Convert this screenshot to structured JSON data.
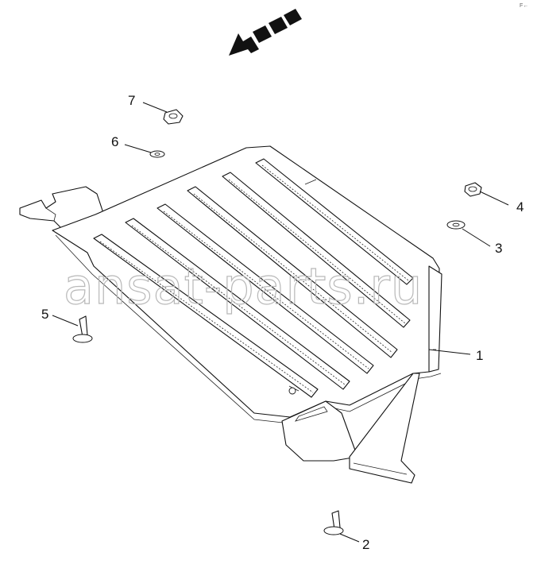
{
  "watermark": "ansat-parts.ru",
  "corner_mark": "F←",
  "callouts": [
    {
      "id": "1",
      "label": "1"
    },
    {
      "id": "2",
      "label": "2"
    },
    {
      "id": "3",
      "label": "3"
    },
    {
      "id": "4",
      "label": "4"
    },
    {
      "id": "5",
      "label": "5"
    },
    {
      "id": "6",
      "label": "6"
    },
    {
      "id": "7",
      "label": "7"
    }
  ],
  "icons": {
    "direction": "front-direction-arrow-icon",
    "nut": "hex-nut-icon",
    "washer": "washer-icon",
    "bolt": "bolt-icon",
    "rivet": "rivet-icon"
  }
}
